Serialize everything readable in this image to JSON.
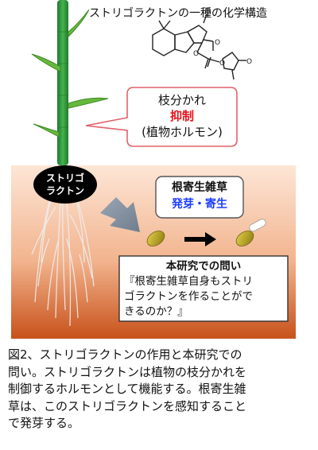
{
  "structure_title": "ストリゴラクトンの一種の化学構造",
  "bubble1": {
    "line1": "枝分かれ",
    "line2": "抑制",
    "line3": "(植物ホルモン)"
  },
  "root_label": {
    "line1": "ストリゴ",
    "line2": "ラクトン"
  },
  "weed_box": {
    "line1": "根寄生雑草",
    "line2": "発芽・寄生"
  },
  "question_box": {
    "line1": "本研究での問い",
    "line2": "『根寄生雑草自身もストリ",
    "line3": "ゴラクトンを作ることがで",
    "line4": "きるのか？』"
  },
  "caption": {
    "line1": "図2、ストリゴラクトンの作用と本研究での",
    "line2": "問い。ストリゴラクトンは植物の枝分かれを",
    "line3": "制御するホルモンとして機能する。根寄生雑",
    "line4": "草は、このストリゴラクトンを感知すること",
    "line5": "で発芽する。"
  },
  "colors": {
    "soil_top": "#fde6d6",
    "soil_bottom": "#c8521a",
    "stem": "#2f9a3c",
    "leaf": "#66b83c",
    "bubble_border": "#e0626a",
    "seed": "#b89a1c"
  }
}
